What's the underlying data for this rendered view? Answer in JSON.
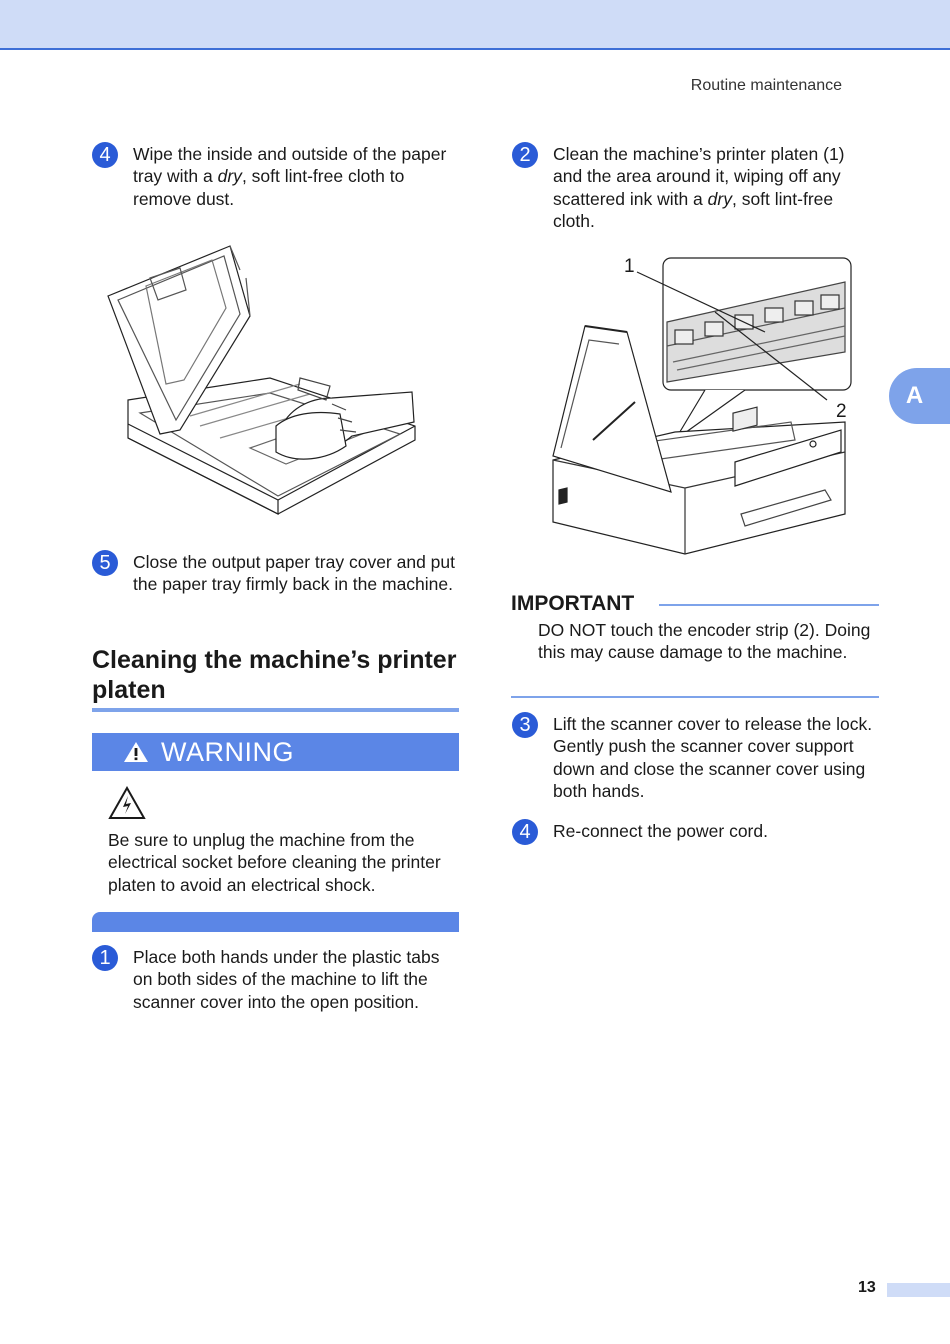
{
  "header": {
    "running_title": "Routine maintenance"
  },
  "side_tab": {
    "label": "A"
  },
  "left_column": {
    "step4": {
      "number": "4",
      "parts": [
        "Wipe the inside and outside of the paper tray with a ",
        "dry",
        ", soft lint-free cloth to remove dust."
      ]
    },
    "step5": {
      "number": "5",
      "text": "Close the output paper tray cover and put the paper tray firmly back in the machine."
    },
    "section_title": "Cleaning the machine’s printer platen",
    "warning": {
      "label": "WARNING",
      "text": "Be sure to unplug the machine from the electrical socket before cleaning the printer platen to avoid an electrical shock."
    },
    "step1": {
      "number": "1",
      "text": "Place both hands under the plastic tabs on both sides of the machine to lift the scanner cover into the open position."
    }
  },
  "right_column": {
    "step2": {
      "number": "2",
      "parts": [
        "Clean the machine’s printer platen (1) and the area around it, wiping off any scattered ink with a ",
        "dry",
        ", soft lint-free cloth."
      ]
    },
    "callout_1": "1",
    "callout_2": "2",
    "important": {
      "title": "IMPORTANT",
      "text": "DO NOT touch the encoder strip (2). Doing this may cause damage to the machine."
    },
    "step3": {
      "number": "3",
      "text": "Lift the scanner cover to release the lock. Gently push the scanner cover support down and close the scanner cover using both hands."
    },
    "step4b": {
      "number": "4",
      "text": "Re-connect the power cord."
    }
  },
  "footer": {
    "page_number": "13"
  },
  "colors": {
    "accent": "#2a5bd7",
    "band": "#cfdcf7",
    "warning": "#5b86e6",
    "rule": "#7ea3ea"
  }
}
